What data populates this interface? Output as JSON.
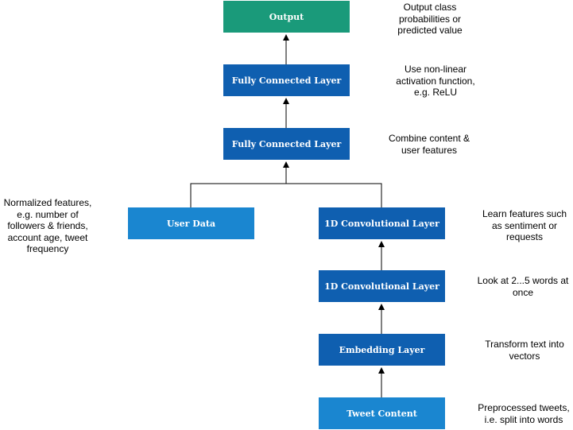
{
  "colors": {
    "output": "#1a9a7a",
    "dark_blue": "#0f5fb0",
    "light_blue": "#1a86d0",
    "line": "#000000"
  },
  "nodes": {
    "output": {
      "label": "Output"
    },
    "fc_top": {
      "label": "Fully Connected Layer"
    },
    "fc_mid": {
      "label": "Fully Connected Layer"
    },
    "user_data": {
      "label": "User Data"
    },
    "conv_top": {
      "label": "1D Convolutional Layer"
    },
    "conv_bottom": {
      "label": "1D Convolutional Layer"
    },
    "embedding": {
      "label": "Embedding Layer"
    },
    "tweet": {
      "label": "Tweet Content"
    }
  },
  "notes": {
    "output": [
      "Output class",
      "probabilities or",
      "predicted value"
    ],
    "fc_top": [
      "Use non-linear",
      "activation function,",
      "e.g. ReLU"
    ],
    "fc_mid": [
      "Combine content &",
      "user features"
    ],
    "user_data": [
      "Normalized features,",
      "e.g. number of",
      "followers & friends,",
      "account age, tweet",
      "frequency"
    ],
    "conv_top": [
      "Learn features such",
      "as sentiment or",
      "requests"
    ],
    "conv_bottom": [
      "Look at 2...5 words at",
      "once"
    ],
    "embedding": [
      "Transform text into",
      "vectors"
    ],
    "tweet": [
      "Preprocessed tweets,",
      "i.e. split into words"
    ]
  }
}
